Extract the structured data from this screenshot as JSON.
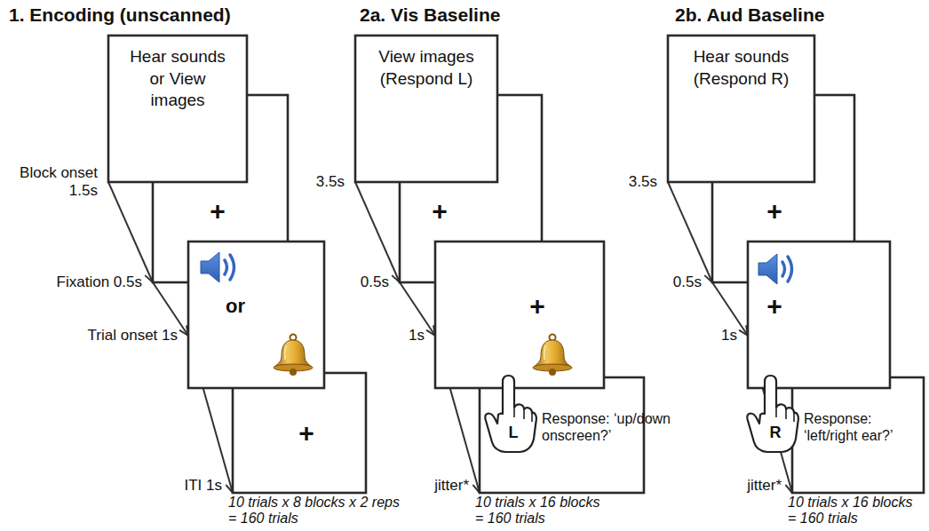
{
  "diagram": {
    "nodes": [
      {
        "text": [
          "Hear sounds or View images"
        ]
      },
      {
        "text": [
          "+"
        ]
      },
      {
        "text": [
          "or"
        ]
      },
      {
        "text": [
          "+"
        ]
      },
      {
        "text": [
          "View images (Respond L)"
        ]
      },
      {
        "text": [
          "+"
        ]
      },
      {
        "text": [
          "+"
        ]
      },
      {
        "text": [
          "L"
        ]
      },
      {
        "text": [
          "Hear sounds (Respond R)"
        ]
      },
      {
        "text": [
          "+"
        ]
      },
      {
        "text": [
          "+"
        ]
      },
      {
        "text": [
          "R"
        ]
      }
    ],
    "labels": [
      "1. Encoding (unscanned)",
      "Block onset 1.5s",
      "Fixation 0.5s",
      "Trial onset 1s",
      "ITI 1s",
      "10 trials x 8 blocks x 2 reps = 160 trials",
      "2a. Vis Baseline",
      "3.5s",
      "0.5s",
      "1s",
      "jitter*",
      "Response: ‘up/down onscreen?’",
      "10 trials x 16 blocks = 160 trials",
      "2b. Aud Baseline",
      "3.5s",
      "0.5s",
      "1s",
      "jitter*",
      "Response: ‘left/right ear?’",
      "10 trials x 16 blocks = 160 trials"
    ]
  }
}
